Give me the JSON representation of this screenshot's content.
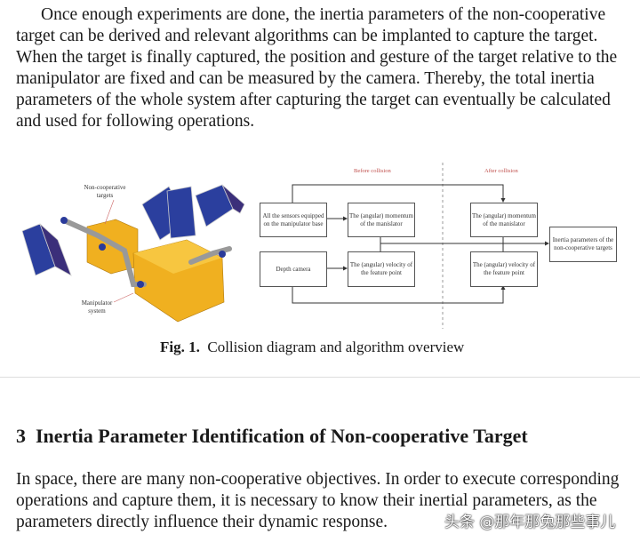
{
  "paragraph1": [
    "Once enough experiments are done, the inertia parameters of the non-cooperative",
    "target can be derived and relevant algorithms can be implanted to capture the target.",
    "When the target is finally captured, the position and gesture of the target relative to the",
    "manipulator are fixed and can be measured by the camera. Thereby, the total inertia",
    "parameters of the whole system after capturing the target can eventually be calculated",
    "and used for following operations."
  ],
  "figure": {
    "illustration": {
      "label_targets": "Non-cooperative targets",
      "label_manipulator": "Manipulator system"
    },
    "diagram": {
      "before_label": "Before collision",
      "after_label": "After collision",
      "sensors": "All the sensors equipped on the manipulator base",
      "momentum_before": "The (angular) momentum of the manislator",
      "depth_camera": "Depth camera",
      "velocity_before": "The (angular) velocity of the feature point",
      "momentum_after": "The (angular) momentum of the manislator",
      "velocity_after": "The (angular) velocity of the feature point",
      "output": "Inertia parameters of the non-cooperative targets"
    },
    "caption_label": "Fig. 1.",
    "caption_text": "Collision diagram and algorithm overview"
  },
  "section": {
    "number": "3",
    "title": "Inertia Parameter Identification of Non-cooperative Target"
  },
  "paragraph2": [
    "In space, there are many non-cooperative objectives. In order to execute corresponding",
    "operations and capture them, it is necessary to know their inertial parameters, as the",
    "parameters directly influence their dynamic response."
  ],
  "watermark": "头条 @那年那兔那些事儿"
}
